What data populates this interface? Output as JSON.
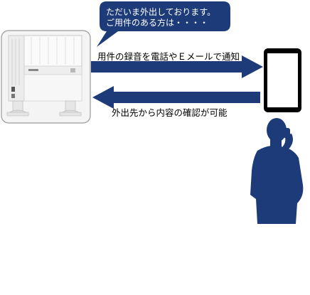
{
  "speech_bubble": {
    "lines": [
      "ただいま外出しております。",
      "ご用件のある方は・・・・"
    ]
  },
  "arrows": {
    "to_phone_label": "用件の録音を電話やＥメールで通知",
    "from_phone_label": "外出先から内容の確認が可能"
  },
  "colors": {
    "navy": "#1d3b78",
    "device_panel": "#f2f2f2",
    "device_border": "#9a9a9a"
  },
  "icons": {
    "device": "answering-machine-icon",
    "tablet": "tablet-icon",
    "person": "person-on-phone-icon"
  }
}
